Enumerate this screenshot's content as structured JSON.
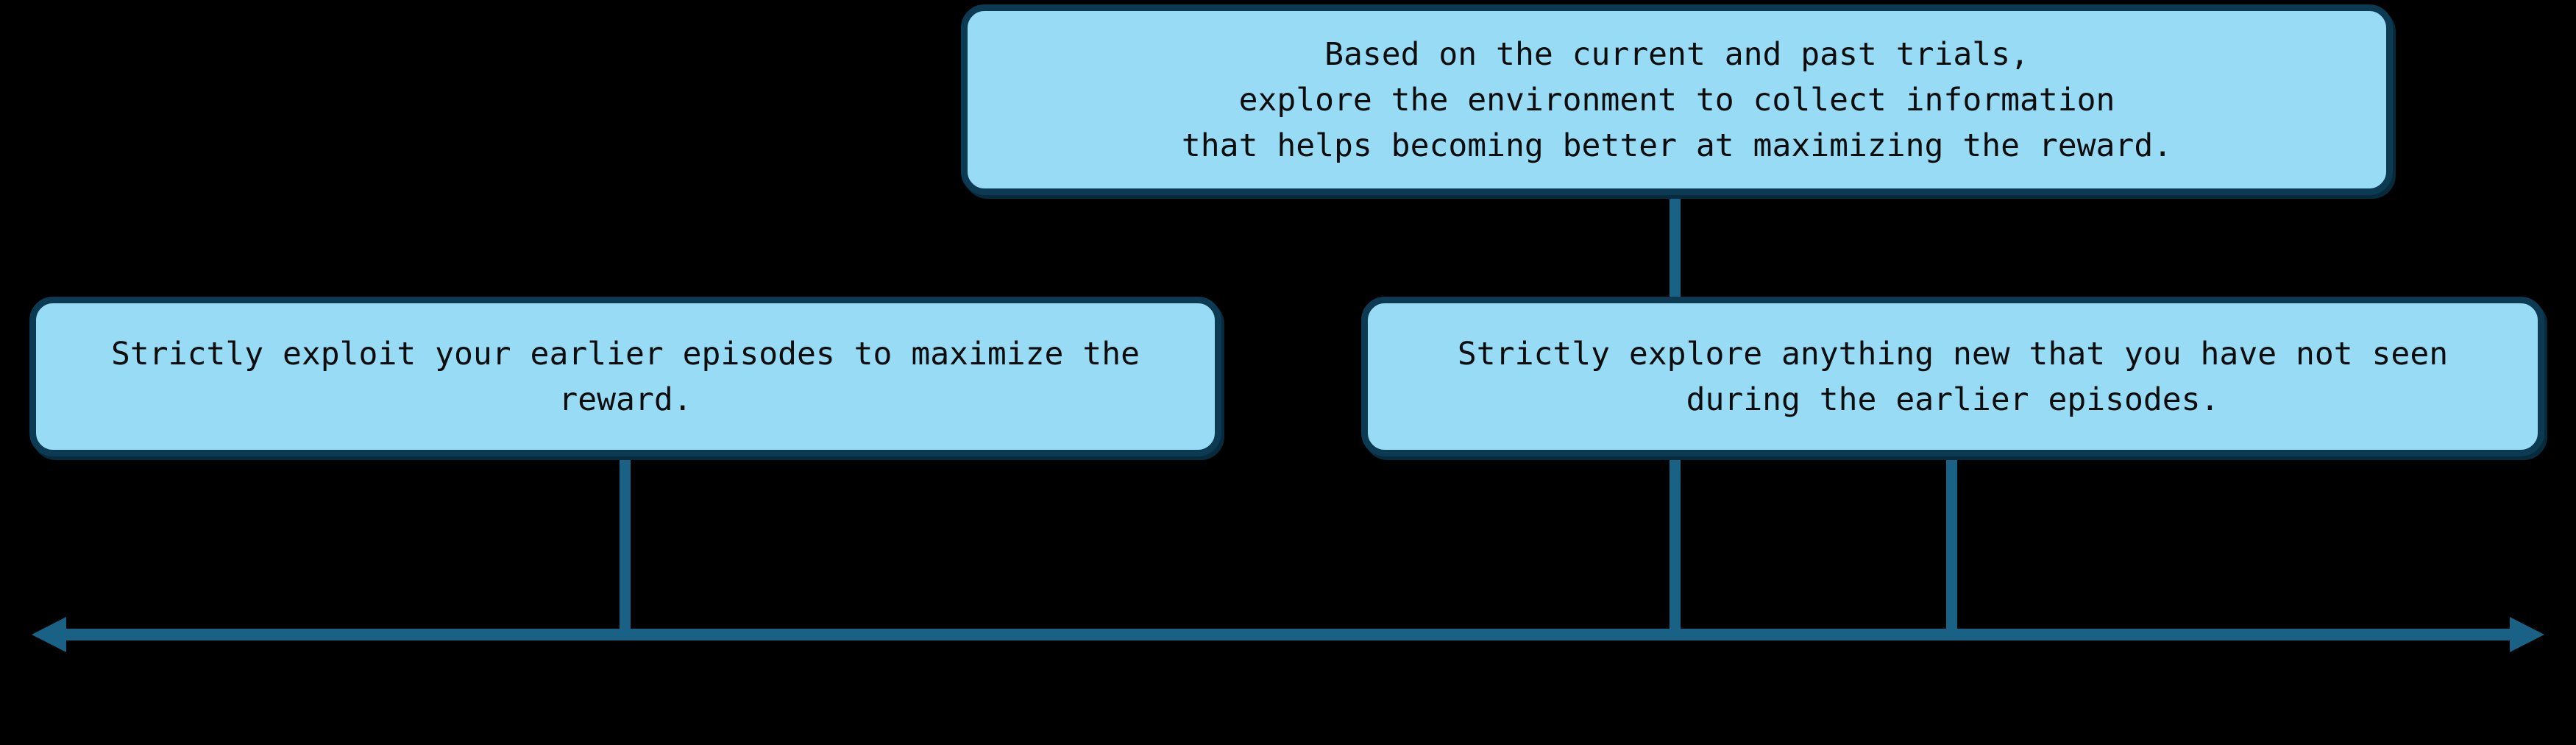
{
  "diagram": {
    "description": "Exploration-exploitation spectrum diagram: three rounded callout boxes connected by vertical lines to a horizontal double-headed arrow axis",
    "colors": {
      "bg": "#000000",
      "box_fill": "#98dbf5",
      "box_border": "#0b3a52",
      "connector": "#1a6285",
      "text": "#0d0d0d",
      "shadow": "#072a3c"
    },
    "boxes": {
      "balanced_exploration": {
        "text": "Based on the current and past trials,\nexplore the environment to collect information\nthat helps becoming better at maximizing the reward."
      },
      "strict_exploitation": {
        "text": "Strictly exploit your earlier episodes to maximize the\nreward."
      },
      "strict_exploration": {
        "text": "Strictly explore anything new that you have not seen\nduring the earlier episodes."
      }
    },
    "axis": {
      "type": "double-headed-arrow",
      "orientation": "horizontal"
    }
  }
}
